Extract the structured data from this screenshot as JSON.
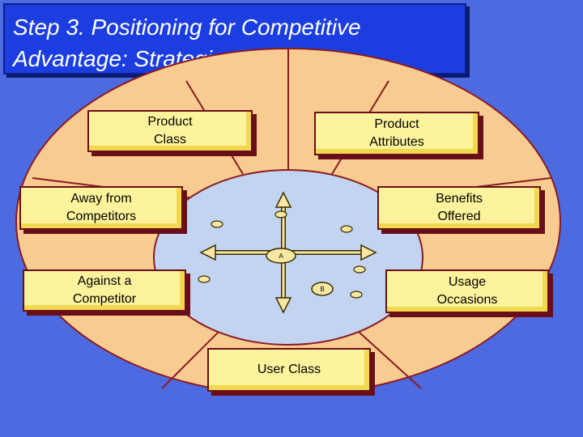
{
  "title": "Step 3. Positioning for Competitive\nAdvantage: Strategies",
  "strategies": {
    "product_class": "Product\nClass",
    "product_attributes": "Product\nAttributes",
    "away_from_competitors": "Away from\nCompetitors",
    "benefits_offered": "Benefits\nOffered",
    "against_a_competitor": "Against a\nCompetitor",
    "usage_occasions": "Usage\nOccasions",
    "user_class": "User Class"
  },
  "map_points": {
    "a": "A",
    "b": "B"
  },
  "colors": {
    "background": "#4d6ae0",
    "title_box": "#1c3ee0",
    "outer_ring": "#f8cc90",
    "inner_circle": "#c2d4f0",
    "label_fill": "#fdf39c",
    "label_border": "#6a0f1a"
  }
}
